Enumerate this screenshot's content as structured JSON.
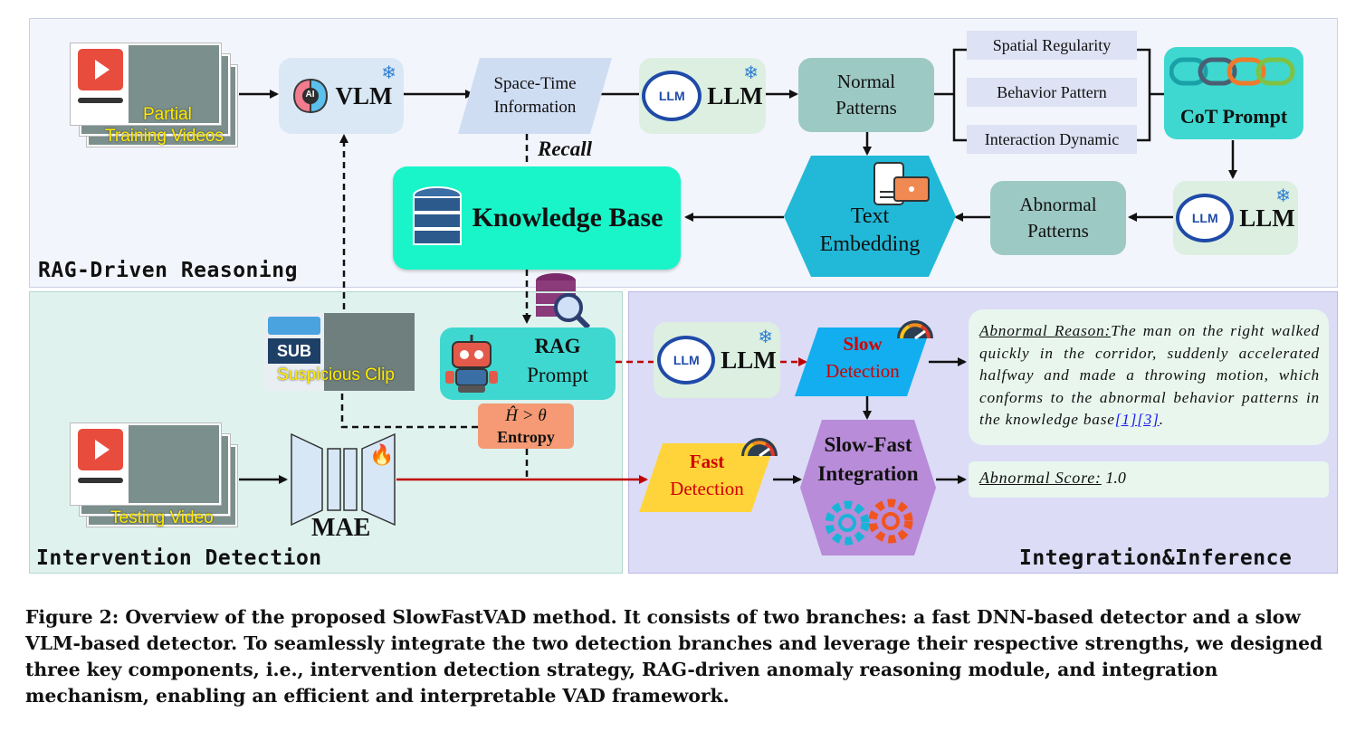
{
  "panels": {
    "rag": "RAG-Driven Reasoning",
    "intervention": "Intervention Detection",
    "integration": "Integration&Inference"
  },
  "nodes": {
    "partial_line1": "Partial",
    "partial_line2": "Training Videos",
    "vlm": "VLM",
    "vlm_chip": "AI",
    "spacetime_line1": "Space-Time",
    "spacetime_line2": "Information",
    "llm_logo": "LLM",
    "llm": "LLM",
    "normal_line1": "Normal",
    "normal_line2": "Patterns",
    "patterns": [
      "Spatial Regularity",
      "Behavior Pattern",
      "Interaction Dynamic"
    ],
    "cot": "CoT Prompt",
    "recall": "Recall",
    "knowledge_base": "Knowledge Base",
    "text_emb_line1": "Text",
    "text_emb_line2": "Embedding",
    "abnormal_line1": "Abnormal",
    "abnormal_line2": "Patterns",
    "sub_label": "SUB",
    "suspicious": "Suspicious Clip",
    "rag_prompt_line1": "RAG",
    "rag_prompt_line2": "Prompt",
    "entropy_formula": "Ĥ > θ",
    "entropy": "Entropy",
    "testing_video": "Testing Video",
    "mae": "MAE",
    "slow_line1": "Slow",
    "slow_line2": "Detection",
    "fast_line1": "Fast",
    "fast_line2": "Detection",
    "sfi_line1": "Slow-Fast",
    "sfi_line2": "Integration"
  },
  "output": {
    "reason_label": "Abnormal Reason:",
    "reason_text": "The man on the right walked quickly in the corridor, suddenly accelerated halfway and made a throwing motion, which conforms to the abnormal behavior patterns in the knowledge base",
    "ref1": "[1]",
    "ref3": "[3]",
    "reason_end": ".",
    "score_label": "Abnormal Score:",
    "score_value": " 1.0"
  },
  "caption": "Figure 2: Overview of the proposed SlowFastVAD method. It consists of two branches: a fast DNN-based detector and a slow VLM-based detector. To seamlessly integrate the two detection branches and leverage their respective strengths, we designed three key components, i.e., intervention detection strategy, RAG-driven anomaly reasoning module, and integration mechanism, enabling an efficient and interpretable VAD framework.",
  "colors": {
    "panel_rag": "#f3f5fc",
    "panel_intervention": "#dff2ee",
    "panel_integration": "#dcdcf7",
    "knowledge_base": "#19f5c9",
    "teal_box": "#9dc9c4",
    "slow_detection": "#12aef0",
    "fast_detection": "#ffd43b",
    "entropy": "#f59a74",
    "integration": "#b88cd8",
    "red_arrow": "#c00000"
  }
}
